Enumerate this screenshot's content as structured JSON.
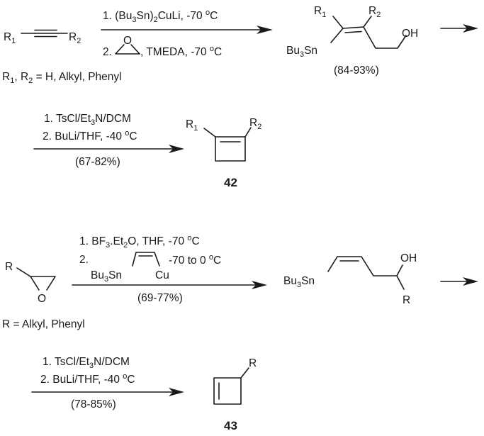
{
  "scheme1": {
    "reactant": {
      "r1": [
        [
          "R",
          ""
        ],
        [
          "1",
          "sub"
        ]
      ],
      "r2": [
        [
          "R",
          ""
        ],
        [
          "2",
          "sub"
        ]
      ]
    },
    "substituents_note": [
      [
        "R",
        ""
      ],
      [
        "1",
        "sub"
      ],
      [
        ", R",
        ""
      ],
      [
        "2",
        "sub"
      ],
      [
        " = H, Alkyl, Phenyl",
        ""
      ]
    ],
    "step1_conditions": {
      "line1": [
        [
          "1. (Bu",
          ""
        ],
        [
          "3",
          "sub"
        ],
        [
          "Sn)",
          ""
        ],
        [
          "2",
          "sub"
        ],
        [
          "CuLi, -70 ",
          ""
        ],
        [
          "o",
          "sup"
        ],
        [
          "C",
          ""
        ]
      ],
      "line2_prefix": [
        [
          "2.",
          ""
        ]
      ],
      "epoxide_o": [
        [
          "O",
          ""
        ]
      ],
      "line2_suffix": [
        [
          ", TMEDA, -70 ",
          ""
        ],
        [
          "o",
          "sup"
        ],
        [
          "C",
          ""
        ]
      ]
    },
    "intermediate": {
      "r1": [
        [
          "R",
          ""
        ],
        [
          "1",
          "sub"
        ]
      ],
      "r2": [
        [
          "R",
          ""
        ],
        [
          "2",
          "sub"
        ]
      ],
      "oh": [
        [
          "OH",
          ""
        ]
      ],
      "bu3sn": [
        [
          "Bu",
          ""
        ],
        [
          "3",
          "sub"
        ],
        [
          "Sn",
          ""
        ]
      ],
      "yield": [
        [
          "(84-93%)",
          ""
        ]
      ]
    },
    "step2_conditions": {
      "line1": [
        [
          "1. TsCl/Et",
          ""
        ],
        [
          "3",
          "sub"
        ],
        [
          "N/DCM",
          ""
        ]
      ],
      "line2": [
        [
          "2. BuLi/THF, -40 ",
          ""
        ],
        [
          "o",
          "sup"
        ],
        [
          "C",
          ""
        ]
      ],
      "yield": [
        [
          "(67-82%)",
          ""
        ]
      ]
    },
    "product": {
      "r1": [
        [
          "R",
          ""
        ],
        [
          "1",
          "sub"
        ]
      ],
      "r2": [
        [
          "R",
          ""
        ],
        [
          "2",
          "sub"
        ]
      ],
      "label": [
        [
          "42",
          ""
        ]
      ]
    }
  },
  "scheme2": {
    "reactant": {
      "r": [
        [
          "R",
          ""
        ]
      ],
      "o": [
        [
          "O",
          ""
        ]
      ]
    },
    "substituents_note": [
      [
        "R = Alkyl, Phenyl",
        ""
      ]
    ],
    "step1_conditions": {
      "line1": [
        [
          "1. BF",
          ""
        ],
        [
          "3",
          "sub"
        ],
        [
          ".Et",
          ""
        ],
        [
          "2",
          "sub"
        ],
        [
          "O, THF, -70 ",
          ""
        ],
        [
          "o",
          "sup"
        ],
        [
          "C",
          ""
        ]
      ],
      "line2_prefix": [
        [
          "2.",
          ""
        ]
      ],
      "reagent_bu3sn": [
        [
          "Bu",
          ""
        ],
        [
          "3",
          "sub"
        ],
        [
          "Sn",
          ""
        ]
      ],
      "reagent_cu": [
        [
          "Cu",
          ""
        ]
      ],
      "line2_suffix": [
        [
          "-70 to 0 ",
          ""
        ],
        [
          "o",
          "sup"
        ],
        [
          "C",
          ""
        ]
      ],
      "yield": [
        [
          "(69-77%)",
          ""
        ]
      ]
    },
    "intermediate": {
      "bu3sn": [
        [
          "Bu",
          ""
        ],
        [
          "3",
          "sub"
        ],
        [
          "Sn",
          ""
        ]
      ],
      "oh": [
        [
          "OH",
          ""
        ]
      ],
      "r": [
        [
          "R",
          ""
        ]
      ]
    },
    "step2_conditions": {
      "line1": [
        [
          "1. TsCl/Et",
          ""
        ],
        [
          "3",
          "sub"
        ],
        [
          "N/DCM",
          ""
        ]
      ],
      "line2": [
        [
          "2. BuLi/THF, -40 ",
          ""
        ],
        [
          "o",
          "sup"
        ],
        [
          "C",
          ""
        ]
      ],
      "yield": [
        [
          "(78-85%)",
          ""
        ]
      ]
    },
    "product": {
      "r": [
        [
          "R",
          ""
        ]
      ],
      "label": [
        [
          "43",
          ""
        ]
      ]
    }
  }
}
